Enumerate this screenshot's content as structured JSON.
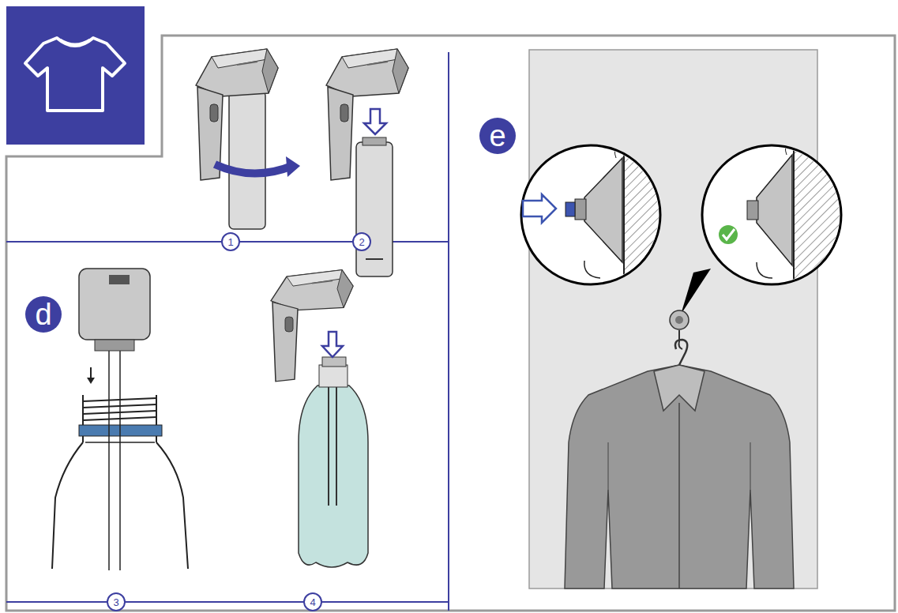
{
  "diagram": {
    "nodes": [
      {
        "text": [
          "1"
        ]
      },
      {
        "text": [
          "2"
        ]
      },
      {
        "text": [
          "d"
        ]
      },
      {
        "text": [
          "3"
        ]
      },
      {
        "text": [
          "4"
        ]
      },
      {
        "text": [
          "e"
        ]
      }
    ]
  }
}
